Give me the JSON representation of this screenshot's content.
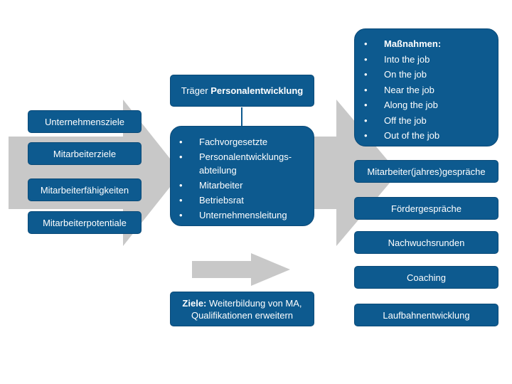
{
  "left_boxes": [
    "Unternehmensziele",
    "Mitarbeiterziele",
    "Mitarbeiterfähigkeiten",
    "Mitarbeiterpotentiale"
  ],
  "traeger": {
    "prefix": "Träger ",
    "bold": "Personalentwicklung"
  },
  "center_list": [
    "Fachvorgesetzte",
    "Personalentwicklungs-\nabteilung",
    "Mitarbeiter",
    "Betriebsrat",
    "Unternehmensleitung"
  ],
  "ziele": {
    "bold": "Ziele:",
    "text": " Weiterbildung von MA,\nQualifikationen erweitern"
  },
  "massnahmen": {
    "title": "Maßnahmen:",
    "items": [
      "Into the job",
      "On the job",
      "Near the job",
      "Along the job",
      "Off the job",
      "Out of the job"
    ]
  },
  "right_boxes": [
    "Mitarbeiter(jahres)gespräche",
    "Fördergespräche",
    "Nachwuchsrunden",
    "Coaching",
    "Laufbahnentwicklung"
  ],
  "bullet": "•",
  "colors": {
    "box": "#0d5a8f",
    "arrow": "#c8c8c8",
    "text": "#ffffff"
  }
}
